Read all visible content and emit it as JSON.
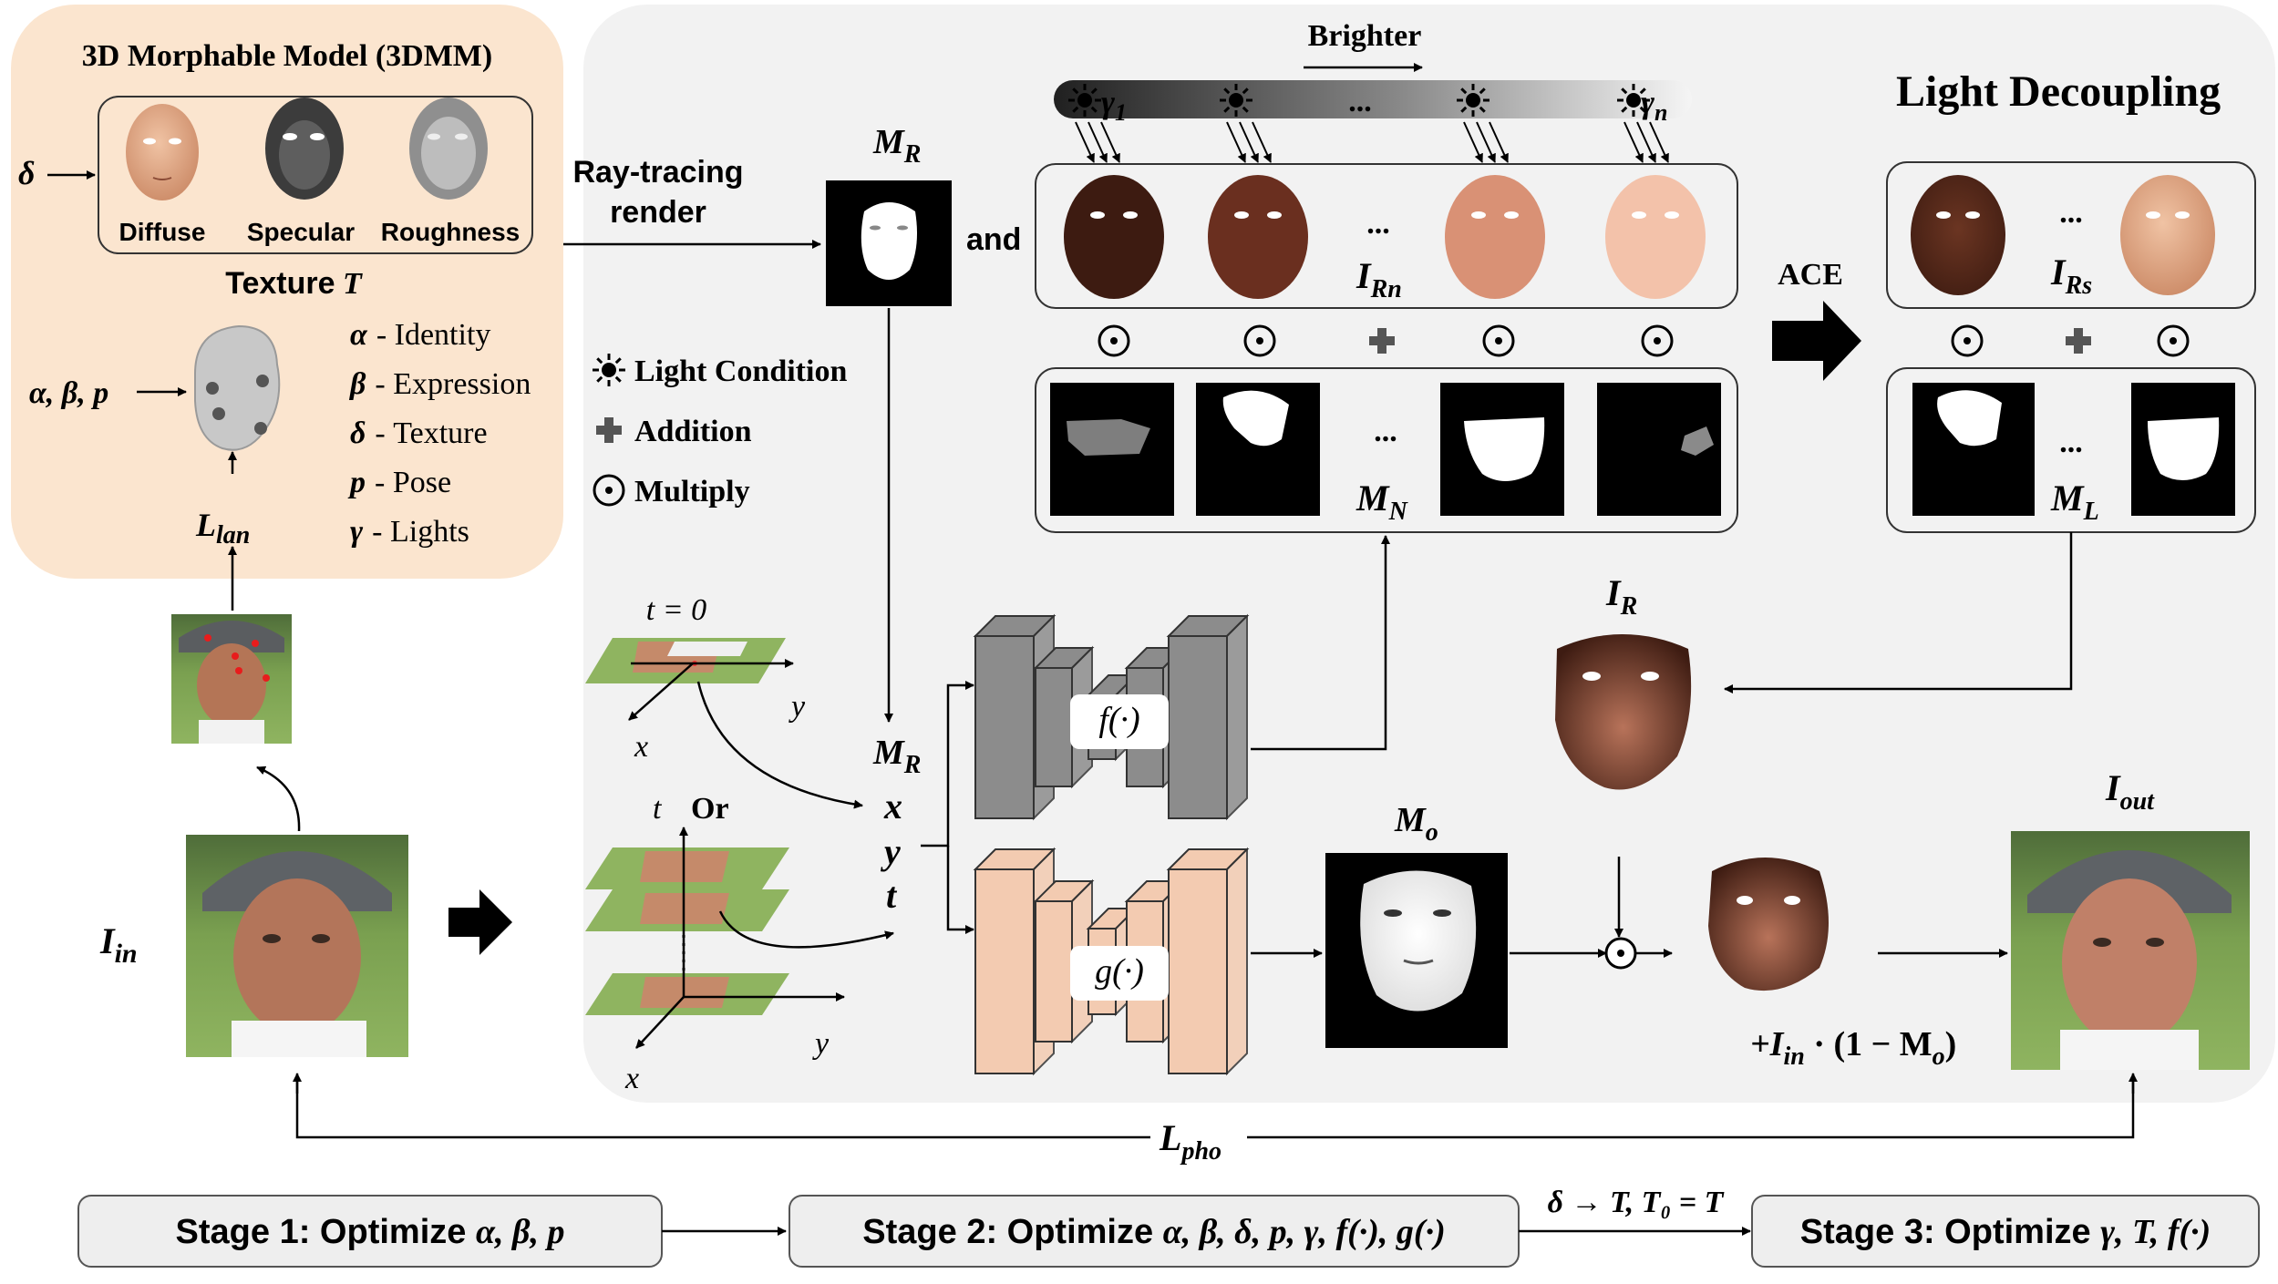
{
  "model_panel": {
    "title": "3D Morphable Model (3DMM)",
    "texture_input": "δ",
    "texture_maps": [
      "Diffuse",
      "Specular",
      "Roughness"
    ],
    "texture_label": "Texture",
    "texture_symbol": "T",
    "shape_input": "α, β, p",
    "params": [
      {
        "symbol": "α",
        "label": "- Identity"
      },
      {
        "symbol": "β",
        "label": "- Expression"
      },
      {
        "symbol": "δ",
        "label": "- Texture"
      },
      {
        "symbol": "p",
        "label": "- Pose"
      },
      {
        "symbol": "γ",
        "label": "- Lights"
      }
    ],
    "landmark_loss": {
      "base": "L",
      "sub": "lan"
    }
  },
  "input_image": {
    "base": "I",
    "sub": "in"
  },
  "render": {
    "label_line1": "Ray-tracing",
    "label_line2": "render",
    "mask": {
      "base": "M",
      "sub": "R"
    },
    "and_label": "and"
  },
  "lights": {
    "brighter_label": "Brighter",
    "gamma_first": {
      "base": "γ",
      "sub": "1"
    },
    "gamma_last": {
      "base": "γ",
      "sub": "n"
    },
    "ellipsis": "...",
    "rendered": {
      "base": "I",
      "sub": "Rn"
    },
    "masks": {
      "base": "M",
      "sub": "N"
    }
  },
  "legend": [
    {
      "icon": "sun",
      "label": "Light Condition"
    },
    {
      "icon": "plus",
      "label": "Addition"
    },
    {
      "icon": "odot",
      "label": "Multiply"
    }
  ],
  "decoupling": {
    "title": "Light Decoupling",
    "ace_label": "ACE",
    "selected_render": {
      "base": "I",
      "sub": "Rs"
    },
    "selected_masks": {
      "base": "M",
      "sub": "L"
    },
    "ellipsis": "..."
  },
  "coords": {
    "t_equals": "t = 0",
    "or_label": "Or",
    "axis_x": "x",
    "axis_y": "y",
    "axis_t": "t",
    "inputs": {
      "mask": {
        "base": "M",
        "sub": "R"
      },
      "x": "x",
      "y": "y",
      "t": "t"
    }
  },
  "networks": {
    "f": "f(·)",
    "g": "g(·)"
  },
  "outputs": {
    "relit": {
      "base": "I",
      "sub": "R"
    },
    "occlusion_mask": {
      "base": "M",
      "sub": "o"
    },
    "composite_prefix": "+I",
    "composite_sub": "in",
    "composite_suffix": " · (1 − M",
    "composite_end_sub": "o",
    "composite_close": ")",
    "output_image": {
      "base": "I",
      "sub": "out"
    },
    "photometric_loss": {
      "base": "L",
      "sub": "pho"
    }
  },
  "stages": [
    {
      "label": "Stage 1: Optimize",
      "params": "α, β, p"
    },
    {
      "label": "Stage 2: Optimize",
      "params": "α, β, δ, p, γ, f(·), g(·)"
    },
    {
      "label": "Stage 3: Optimize",
      "params": "γ, T, f(·)"
    }
  ],
  "stage_transition": "δ → T, T₀ = T",
  "colors": {
    "model_panel_bg": "#fbe5cf",
    "main_panel_bg": "#f2f2f2",
    "stage_box_bg": "#eeeeee",
    "f_network": "#8c8c8c",
    "g_network": "#f3cbb1",
    "skin": "#d79a76",
    "dark_skin": "#4b2418"
  }
}
